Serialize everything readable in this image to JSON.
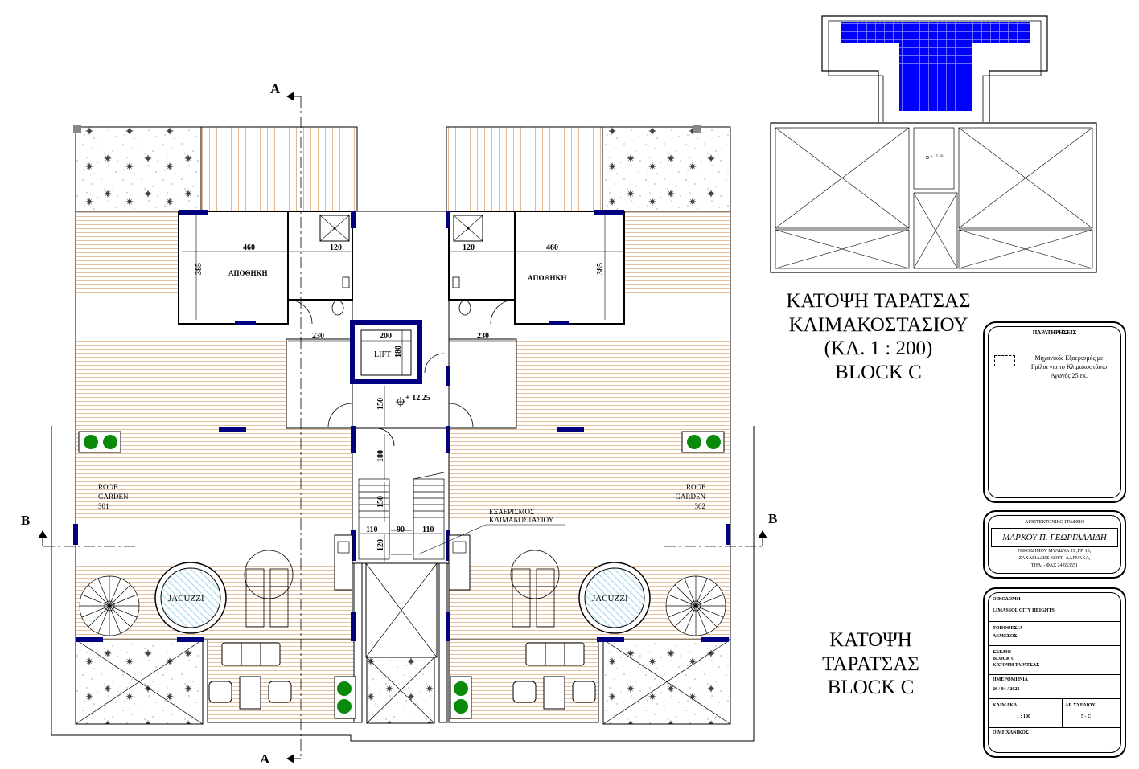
{
  "sections": {
    "a_top": "A",
    "a_bottom": "A",
    "b_left": "B",
    "b_right": "B"
  },
  "rooms": {
    "storage_left": "ΑΠΟΘΗΚΗ",
    "storage_right": "ΑΠΟΘΗΚΗ",
    "lift": "LIFT",
    "jacuzzi_left": "JACUZZI",
    "jacuzzi_right": "JACUZZI",
    "roof_garden_left": [
      "ROOF",
      "GARDEN",
      "301"
    ],
    "roof_garden_right": [
      "ROOF",
      "GARDEN",
      "302"
    ],
    "ventilation": [
      "ΕΞΑΕΡΙΣΜΟΣ",
      "ΚΛΙΜΑΚΟΣΤΑΣΙΟΥ"
    ]
  },
  "dimensions": {
    "d460_left": "460",
    "d120_left": "120",
    "d385_left": "385",
    "d230_left": "230",
    "d460_right": "460",
    "d120_right": "120",
    "d385_right": "385",
    "d230_right": "230",
    "d200": "200",
    "d180a": "180",
    "d150a": "150",
    "d180b": "180",
    "d150b": "150",
    "d110a": "110",
    "d90": "90",
    "d110b": "110",
    "d120c": "120"
  },
  "levels": {
    "main": "+ 12.25",
    "stair_roof": "+ 15.50"
  },
  "stair_roof_title": [
    "ΚΑΤΟΨΗ ΤΑΡΑΤΣΑΣ",
    "ΚΛΙΜΑΚΟΣΤΑΣΙΟΥ",
    "(ΚΛ. 1 : 200)",
    "BLOCK C"
  ],
  "main_title": [
    "ΚΑΤΟΨΗ",
    "ΤΑΡΑΤΣΑΣ",
    "BLOCK C"
  ],
  "notes": {
    "heading": "ΠΑΡΑΤΗΡΗΣΕΙΣ",
    "lines": [
      "Μηχανικός Εξαερισμός με",
      "Γρίλια για το Κλιμακοστάσιο",
      "Αγωγός 25 εκ."
    ]
  },
  "office": {
    "label": "ΑΡΧΙΤΕΚΤΟΝΙΚΟ ΓΡΑΦΕΙΟ",
    "name": "ΜΑΡΚΟΥ Π. ΓΕΩΡΓΑΛΛΙΔΗ",
    "address1": "ΝΙΚΟΔΗΜΟΥ ΜΥΛΩΝΑ 15 ,ΓΡ. 13,",
    "address2": "ΖΑΧΑΡΙΑΔΗΣ ΚΟΡΤ -ΛΑΡΝΑΚΑ,",
    "phone": "ΤΗΛ. - ΦΑΞ 24 653551"
  },
  "title_block": {
    "building_label": "ΟΙΚΟΔΟΜΗ",
    "building": "LIMASSOL CITY HEIGHTS",
    "location_label": "ΤΟΠΟΘΕΣΙΑ",
    "location": "ΛΕΜΕΣΟΣ",
    "drawing_label": "ΣΧΕΔΙΟ",
    "drawing1": "BLOCK C",
    "drawing2": "ΚΑΤΟΨΗ ΤΑΡΑΤΣΑΣ",
    "date_label": "ΗΜΕΡΟΜΗΝΙΑ",
    "date": "26 / 04 / 2023",
    "scale_label": "ΚΛΙΜΑΚΑ",
    "scale": "1 : 100",
    "sheet_label": "ΑΡ. ΣΧΕΔΙΟΥ",
    "sheet": "5 - C",
    "engineer_label": "Ο ΜΗΧΑΝΙΚΟΣ"
  },
  "colors": {
    "wall": "#000080",
    "solar": "#0000ff",
    "tree": "#0a8a0a",
    "deck": "#e8b888"
  }
}
